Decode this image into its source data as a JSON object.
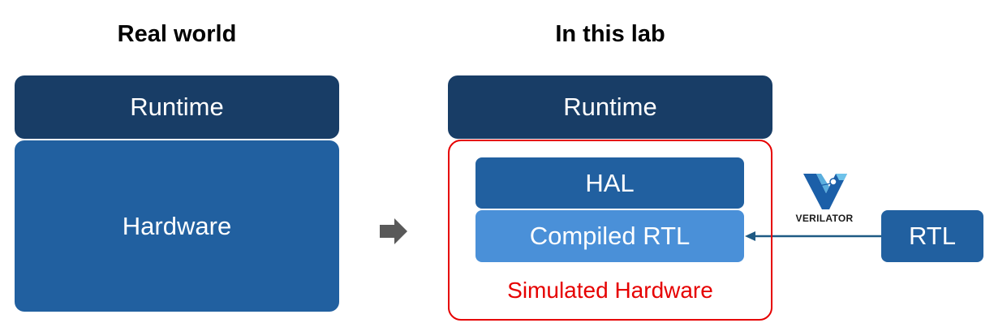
{
  "headings": {
    "left": "Real world",
    "right": "In this lab"
  },
  "left_stack": {
    "runtime": "Runtime",
    "hardware": "Hardware"
  },
  "right_stack": {
    "runtime": "Runtime",
    "hal": "HAL",
    "compiled_rtl": "Compiled RTL",
    "container_label": "Simulated Hardware"
  },
  "tool": {
    "name": "VERILATOR",
    "icon": "verilator-logo-icon"
  },
  "source": {
    "label": "RTL"
  },
  "icons": {
    "transition": "right-arrow-icon",
    "flow": "left-arrow-icon"
  },
  "colors": {
    "runtime": "#183d66",
    "hardware": "#2160a0",
    "compiled_rtl": "#4a90d8",
    "simulated_border": "#e60000",
    "arrow_gray": "#595959"
  }
}
